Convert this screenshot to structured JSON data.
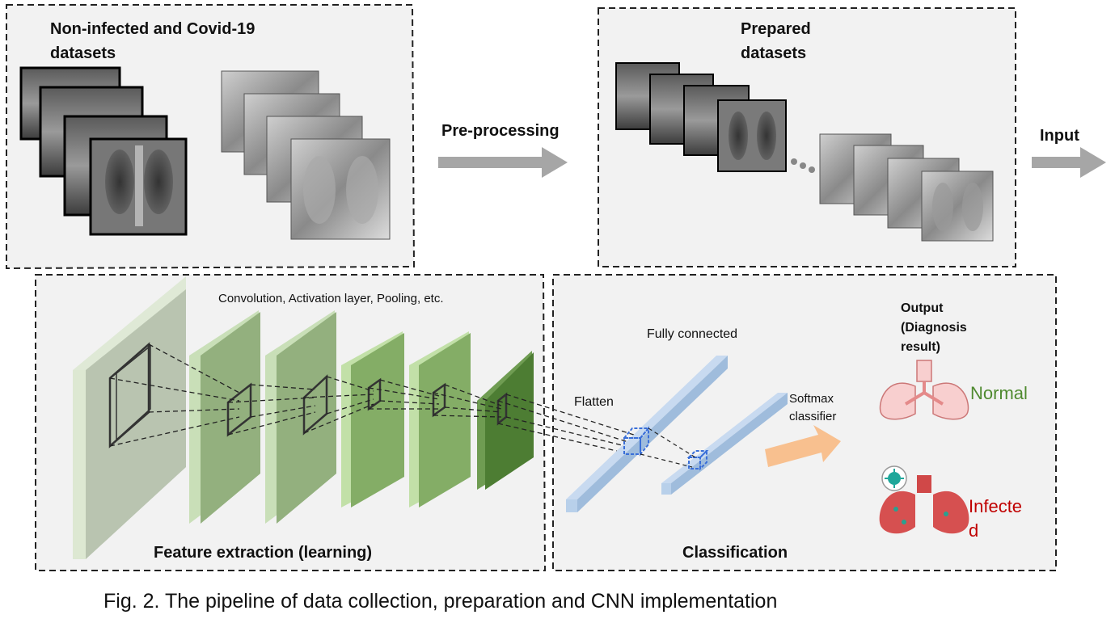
{
  "panels": {
    "datasets": {
      "title_line1": "Non-infected and Covid-19",
      "title_line2": "datasets"
    },
    "prepared": {
      "title_line1": "Prepared",
      "title_line2": "datasets"
    },
    "feature": {
      "layers_note": "Convolution, Activation layer, Pooling, etc.",
      "caption": "Feature extraction (learning)"
    },
    "classification": {
      "caption": "Classification",
      "fully_connected": "Fully connected",
      "flatten": "Flatten",
      "softmax_line1": "Softmax",
      "softmax_line2": "classifier",
      "output_line1": "Output",
      "output_line2": "(Diagnosis",
      "output_line3": "result)",
      "normal": "Normal",
      "infected_line1": "Infecte",
      "infected_line2": "d"
    }
  },
  "arrows": {
    "preprocessing": "Pre-processing",
    "input": "Input"
  },
  "figure_caption": "Fig. 2. The pipeline of data collection, preparation and CNN implementation",
  "colors": {
    "panel_bg": "#f2f2f2",
    "arrow_gray": "#a6a6a6",
    "layer_green": "#7faa68",
    "layer_dark_green": "#4d7d33",
    "fc_blue": "#b8d0ea",
    "softmax_orange": "#f8c08f",
    "normal_text": "#4f8a2f",
    "infected_text": "#c00000"
  }
}
